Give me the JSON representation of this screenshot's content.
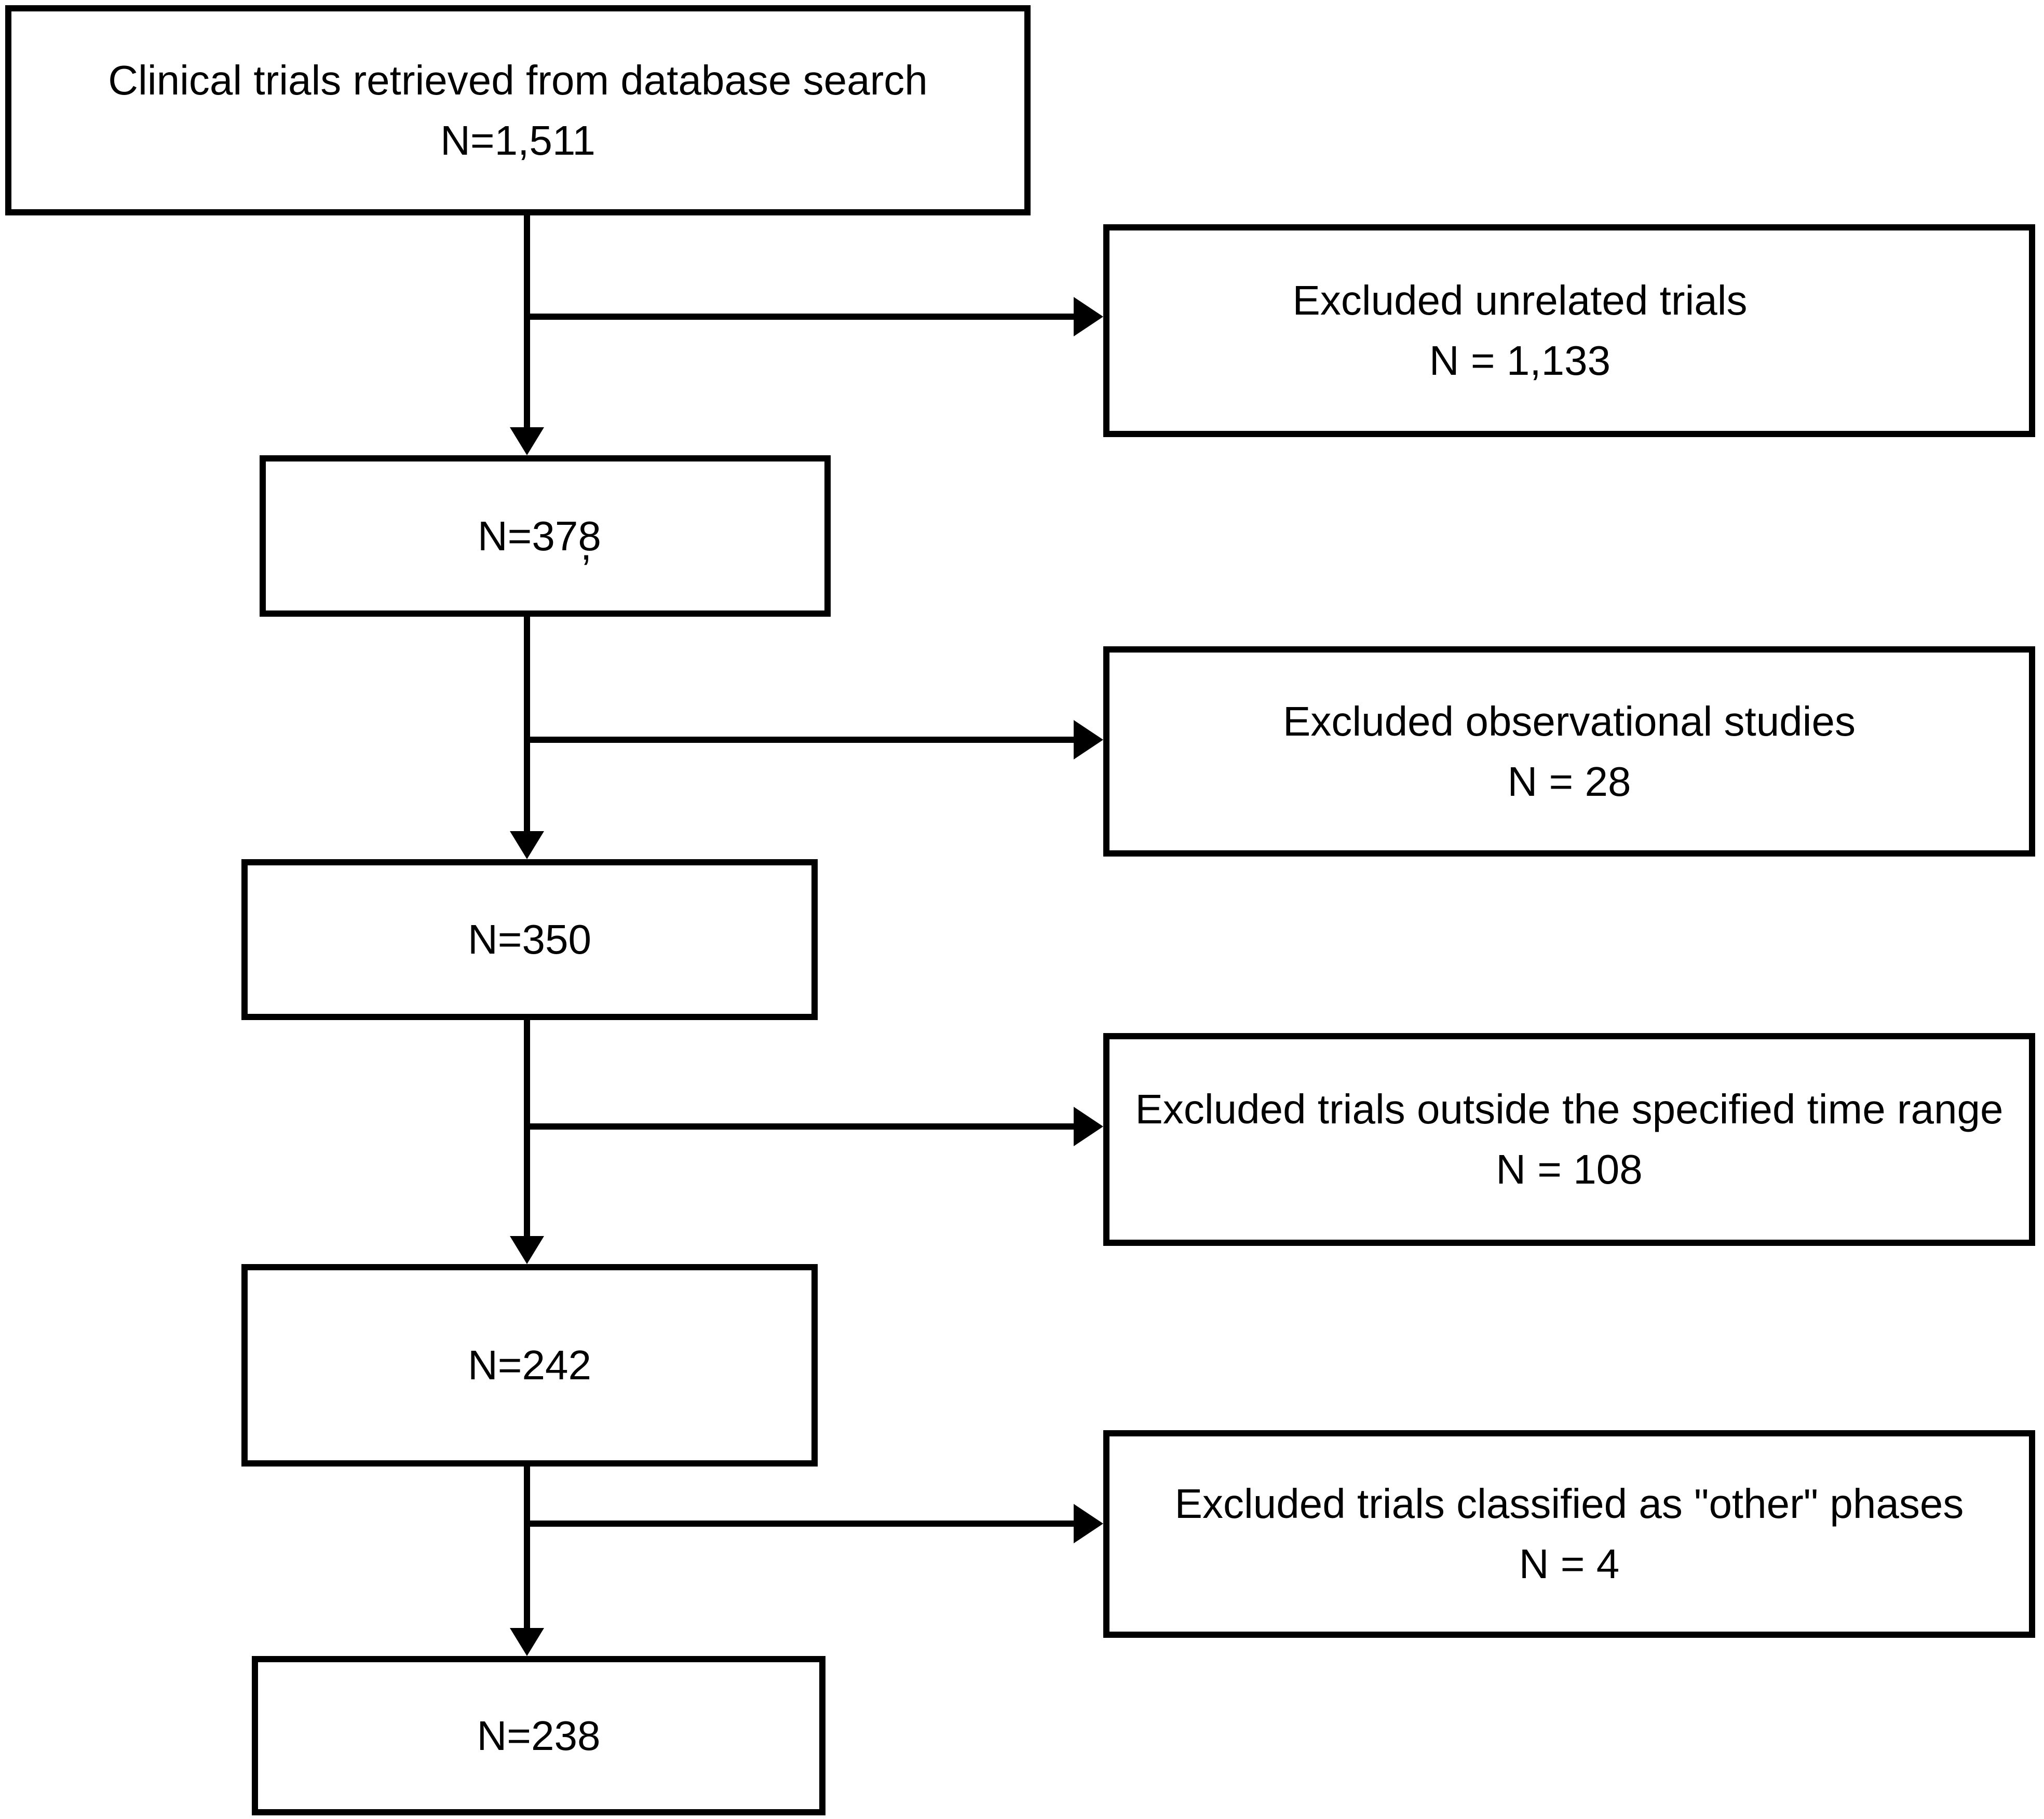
{
  "diagram_type": "clinical-trial-selection-flowchart",
  "flow": {
    "steps": [
      {
        "id": "retrieved",
        "line1": "Clinical trials retrieved from database search",
        "line2": "N=1,511"
      },
      {
        "id": "after-unrelated-removed",
        "label": "N=378",
        "artifact": ","
      },
      {
        "id": "after-observational-removed",
        "label": "N=350"
      },
      {
        "id": "after-time-range-removed",
        "label": "N=242"
      },
      {
        "id": "final-included",
        "label": "N=238"
      }
    ],
    "exclusions": [
      {
        "reason": "Excluded unrelated trials",
        "count": "N = 1,133"
      },
      {
        "reason": "Excluded observational studies",
        "count": "N = 28"
      },
      {
        "reason": "Excluded trials outside the specified time range",
        "count": "N = 108"
      },
      {
        "reason": "Excluded trials classified as \"other\" phases",
        "count": "N = 4"
      }
    ],
    "colors": {
      "background": "#ffffff",
      "box_fill": "#ffffff",
      "box_border": "#000000",
      "line": "#000000",
      "text": "#000000"
    }
  }
}
